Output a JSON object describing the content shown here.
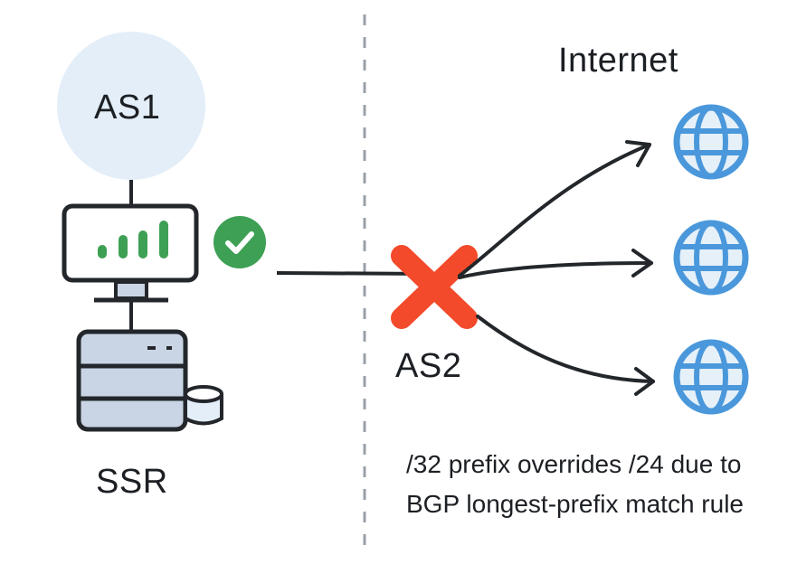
{
  "diagram": {
    "title": "BGP longest-prefix match hijack",
    "nodes": {
      "as1": {
        "label": "AS1",
        "fill": "#e3eef8"
      },
      "ssr": {
        "label": "SSR",
        "icon": "server-with-database-icon"
      },
      "monitor": {
        "icon": "monitor-signal-bars-icon",
        "status": "ok",
        "status_icon": "check-circle-icon",
        "status_color": "#3ea055"
      },
      "as2": {
        "label": "AS2",
        "marker": "blocked-x-icon",
        "marker_color": "#f24a2a"
      },
      "internet": {
        "label": "Internet",
        "destinations": [
          "globe-icon",
          "globe-icon",
          "globe-icon"
        ],
        "globe_color": "#4a98db"
      }
    },
    "separator": {
      "style": "dashed",
      "color": "#9aa0a8"
    },
    "note": "/32 prefix overrides /24 due to BGP longest-prefix match rule"
  }
}
